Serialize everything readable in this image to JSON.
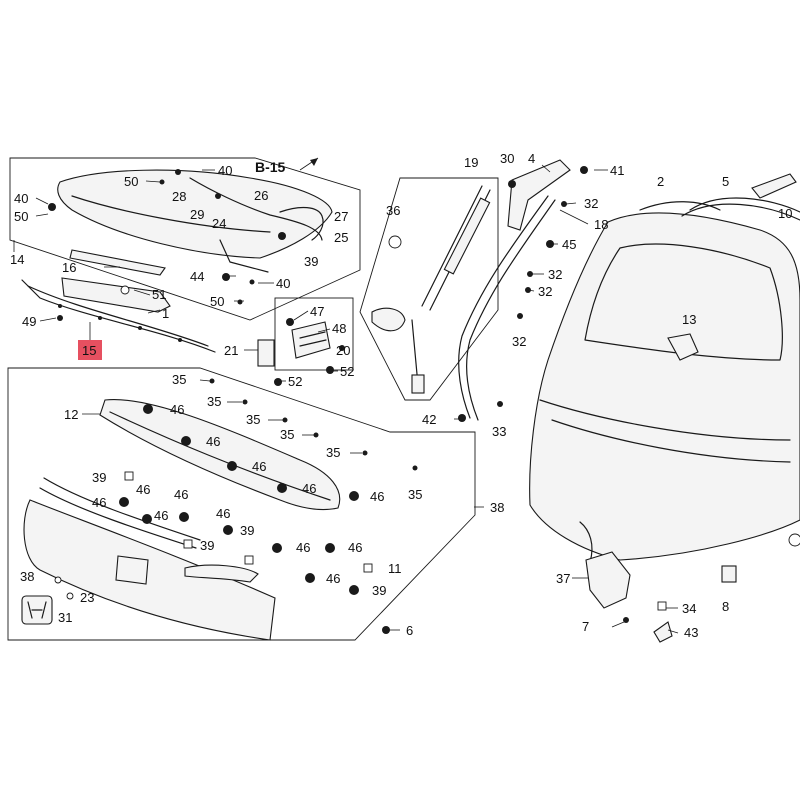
{
  "diagram": {
    "highlight_color": "#e65060",
    "reference": "B-15",
    "highlighted_part": "15",
    "callouts": [
      {
        "id": "c40a",
        "label": "40"
      },
      {
        "id": "c50a",
        "label": "50"
      },
      {
        "id": "c28",
        "label": "28"
      },
      {
        "id": "c29",
        "label": "29"
      },
      {
        "id": "c24",
        "label": "24"
      },
      {
        "id": "c26",
        "label": "26"
      },
      {
        "id": "c27",
        "label": "27"
      },
      {
        "id": "c25",
        "label": "25"
      },
      {
        "id": "c39a",
        "label": "39"
      },
      {
        "id": "c40b",
        "label": "40"
      },
      {
        "id": "c50b",
        "label": "50"
      },
      {
        "id": "c14",
        "label": "14"
      },
      {
        "id": "c16",
        "label": "16"
      },
      {
        "id": "c51",
        "label": "51"
      },
      {
        "id": "c1",
        "label": "1"
      },
      {
        "id": "c49",
        "label": "49"
      },
      {
        "id": "c44",
        "label": "44"
      },
      {
        "id": "c40c",
        "label": "40"
      },
      {
        "id": "c50c",
        "label": "50"
      },
      {
        "id": "c47",
        "label": "47"
      },
      {
        "id": "c48",
        "label": "48"
      },
      {
        "id": "c20",
        "label": "20"
      },
      {
        "id": "c21",
        "label": "21"
      },
      {
        "id": "c52a",
        "label": "52"
      },
      {
        "id": "c52b",
        "label": "52"
      },
      {
        "id": "c36",
        "label": "36"
      },
      {
        "id": "c19",
        "label": "19"
      },
      {
        "id": "c30",
        "label": "30"
      },
      {
        "id": "c4",
        "label": "4"
      },
      {
        "id": "c41",
        "label": "41"
      },
      {
        "id": "c2",
        "label": "2"
      },
      {
        "id": "c5",
        "label": "5"
      },
      {
        "id": "c10",
        "label": "10"
      },
      {
        "id": "c32a",
        "label": "32"
      },
      {
        "id": "c18",
        "label": "18"
      },
      {
        "id": "c45",
        "label": "45"
      },
      {
        "id": "c32b",
        "label": "32"
      },
      {
        "id": "c32c",
        "label": "32"
      },
      {
        "id": "c32d",
        "label": "32"
      },
      {
        "id": "c13",
        "label": "13"
      },
      {
        "id": "c42",
        "label": "42"
      },
      {
        "id": "c33",
        "label": "33"
      },
      {
        "id": "c35a",
        "label": "35"
      },
      {
        "id": "c35b",
        "label": "35"
      },
      {
        "id": "c35c",
        "label": "35"
      },
      {
        "id": "c35d",
        "label": "35"
      },
      {
        "id": "c35e",
        "label": "35"
      },
      {
        "id": "c35f",
        "label": "35"
      },
      {
        "id": "c12",
        "label": "12"
      },
      {
        "id": "c46a",
        "label": "46"
      },
      {
        "id": "c46b",
        "label": "46"
      },
      {
        "id": "c46c",
        "label": "46"
      },
      {
        "id": "c46d",
        "label": "46"
      },
      {
        "id": "c46e",
        "label": "46"
      },
      {
        "id": "c46f",
        "label": "46"
      },
      {
        "id": "c46g",
        "label": "46"
      },
      {
        "id": "c46h",
        "label": "46"
      },
      {
        "id": "c46i",
        "label": "46"
      },
      {
        "id": "c46j",
        "label": "46"
      },
      {
        "id": "c46k",
        "label": "46"
      },
      {
        "id": "c46l",
        "label": "46"
      },
      {
        "id": "c46m",
        "label": "46"
      },
      {
        "id": "c39b",
        "label": "39"
      },
      {
        "id": "c39c",
        "label": "39"
      },
      {
        "id": "c39d",
        "label": "39"
      },
      {
        "id": "c39e",
        "label": "39"
      },
      {
        "id": "c11",
        "label": "11"
      },
      {
        "id": "c38a",
        "label": "38"
      },
      {
        "id": "c38b",
        "label": "38"
      },
      {
        "id": "c23",
        "label": "23"
      },
      {
        "id": "c31",
        "label": "31"
      },
      {
        "id": "c6",
        "label": "6"
      },
      {
        "id": "c37",
        "label": "37"
      },
      {
        "id": "c34",
        "label": "34"
      },
      {
        "id": "c7",
        "label": "7"
      },
      {
        "id": "c43",
        "label": "43"
      },
      {
        "id": "c8",
        "label": "8"
      }
    ]
  }
}
